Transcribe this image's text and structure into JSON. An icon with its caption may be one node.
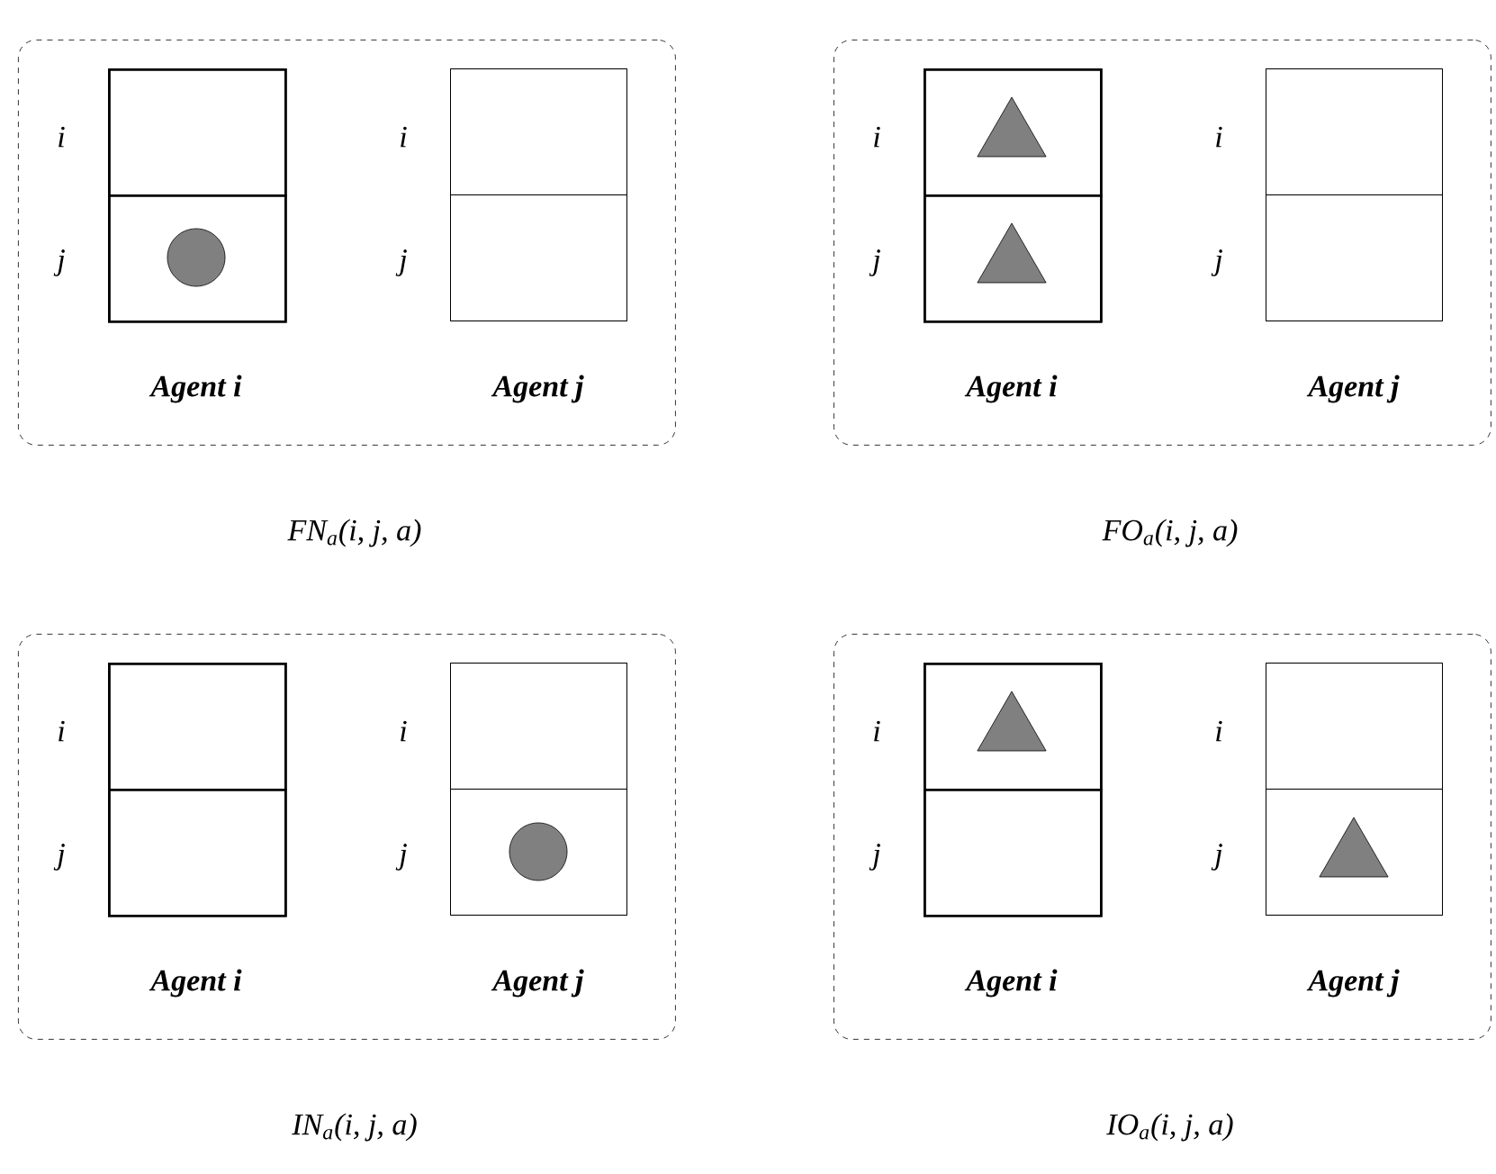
{
  "diagram": {
    "nodes": [
      {
        "text": [],
        "shape": "box",
        "beside": [
          "FN$_{a}$(i, j, a)"
        ]
      },
      {
        "text": [
          "Agent i"
        ],
        "in": 0
      },
      {
        "text": [],
        "shape": "box",
        "in": 1,
        "beside": [
          "i"
        ]
      },
      {
        "text": [],
        "shape": "box",
        "in": 1,
        "beside": [
          "j"
        ]
      },
      {
        "text": [],
        "shape": "circle",
        "in": 3
      },
      {
        "text": [
          "Agent j"
        ],
        "in": 0
      },
      {
        "text": [],
        "shape": "box",
        "in": 5,
        "beside": [
          "i"
        ]
      },
      {
        "text": [],
        "shape": "box",
        "in": 5,
        "beside": [
          "j"
        ]
      },
      {
        "text": [],
        "shape": "box",
        "beside": [
          "FO$_{a}$(i, j, a)"
        ]
      },
      {
        "text": [
          "Agent i"
        ],
        "in": 8
      },
      {
        "text": [],
        "shape": "box",
        "in": 9,
        "beside": [
          "i"
        ]
      },
      {
        "text": [],
        "shape": "triangle",
        "in": 10
      },
      {
        "text": [],
        "shape": "box",
        "in": 9,
        "beside": [
          "j"
        ]
      },
      {
        "text": [],
        "shape": "triangle",
        "in": 12
      },
      {
        "text": [
          "Agent j"
        ],
        "in": 8
      },
      {
        "text": [],
        "shape": "box",
        "in": 14,
        "beside": [
          "i"
        ]
      },
      {
        "text": [],
        "shape": "box",
        "in": 14,
        "beside": [
          "j"
        ]
      },
      {
        "text": [],
        "shape": "box",
        "beside": [
          "IN$_{a}$(i, j, a)"
        ]
      },
      {
        "text": [
          "Agent i"
        ],
        "in": 17
      },
      {
        "text": [],
        "shape": "box",
        "in": 18,
        "beside": [
          "i"
        ]
      },
      {
        "text": [],
        "shape": "box",
        "in": 18,
        "beside": [
          "j"
        ]
      },
      {
        "text": [
          "Agent j"
        ],
        "in": 17
      },
      {
        "text": [],
        "shape": "box",
        "in": 21,
        "beside": [
          "i"
        ]
      },
      {
        "text": [],
        "shape": "box",
        "in": 21,
        "beside": [
          "j"
        ]
      },
      {
        "text": [],
        "shape": "circle",
        "in": 23
      },
      {
        "text": [],
        "shape": "box",
        "beside": [
          "IO$_{a}$(i, j, a)"
        ]
      },
      {
        "text": [
          "Agent i"
        ],
        "in": 25
      },
      {
        "text": [],
        "shape": "box",
        "in": 26,
        "beside": [
          "i"
        ]
      },
      {
        "text": [],
        "shape": "triangle",
        "in": 27
      },
      {
        "text": [],
        "shape": "box",
        "in": 26,
        "beside": [
          "j"
        ]
      },
      {
        "text": [
          "Agent j"
        ],
        "in": 25
      },
      {
        "text": [],
        "shape": "box",
        "in": 30,
        "beside": [
          "i"
        ]
      },
      {
        "text": [],
        "shape": "box",
        "in": 30,
        "beside": [
          "j"
        ]
      },
      {
        "text": [],
        "shape": "triangle",
        "in": 32
      }
    ]
  }
}
